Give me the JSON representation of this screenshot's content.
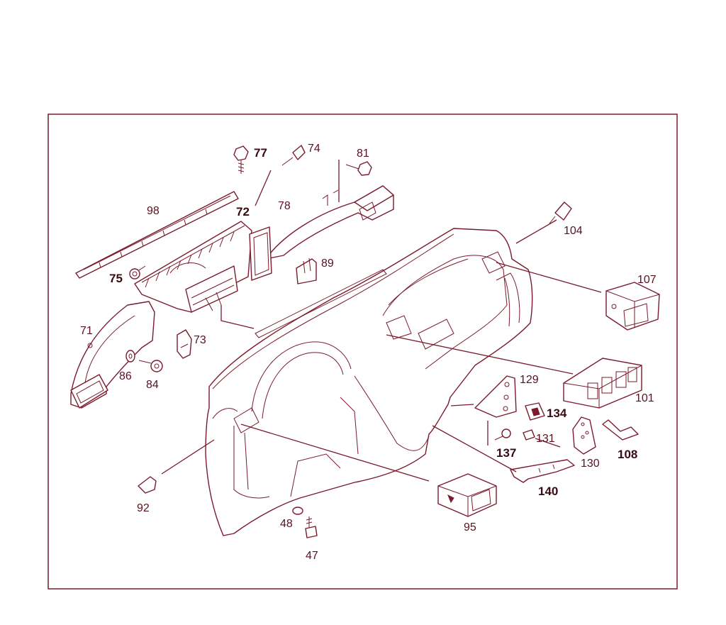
{
  "colors": {
    "line": "#7a1a2e",
    "text": "#5a1020"
  },
  "labels": {
    "p77": "77",
    "p74": "74",
    "p81": "81",
    "p98": "98",
    "p72": "72",
    "p78": "78",
    "p104": "104",
    "p89": "89",
    "p75": "75",
    "p107": "107",
    "p71": "71",
    "p73": "73",
    "p86": "86",
    "p84": "84",
    "p129": "129",
    "p101": "101",
    "p134": "134",
    "p131": "131",
    "p137": "137",
    "p108": "108",
    "p130": "130",
    "p140": "140",
    "p92": "92",
    "p48": "48",
    "p95": "95",
    "p47": "47"
  }
}
